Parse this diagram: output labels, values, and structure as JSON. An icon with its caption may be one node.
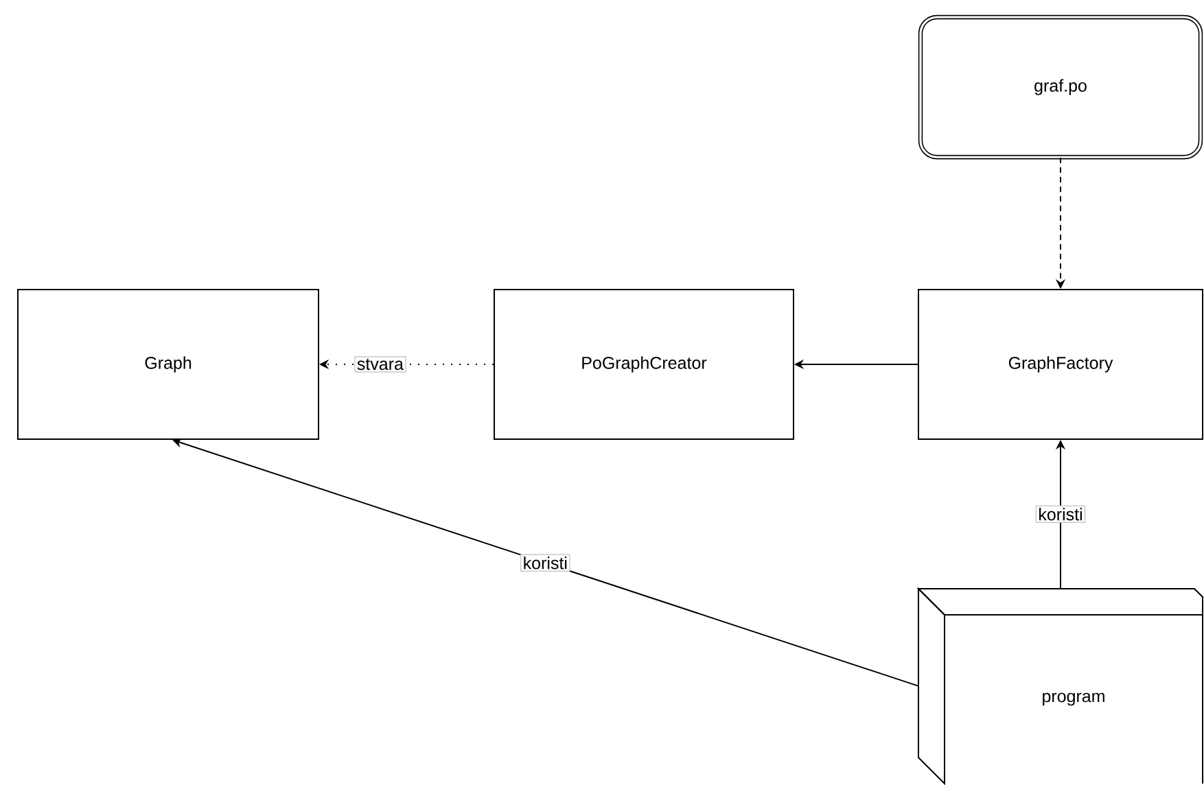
{
  "diagram": {
    "nodes": [
      {
        "text": [
          "Graph"
        ]
      },
      {
        "text": [
          "PoGraphCreator"
        ]
      },
      {
        "text": [
          "GraphFactory"
        ]
      },
      {
        "text": [
          "graf.po"
        ]
      },
      {
        "text": [
          "program"
        ]
      }
    ],
    "edges": [
      {
        "from": 3,
        "to": 2,
        "arrow": "to",
        "style": "dashed"
      },
      {
        "from": 2,
        "to": 1,
        "arrow": "to"
      },
      {
        "from": 1,
        "to": 0,
        "arrow": "to",
        "label": "stvara",
        "style": "dashed"
      },
      {
        "from": 4,
        "to": 2,
        "arrow": "to",
        "label": "koristi"
      },
      {
        "from": 4,
        "to": 0,
        "arrow": "to",
        "label": "koristi"
      }
    ]
  }
}
